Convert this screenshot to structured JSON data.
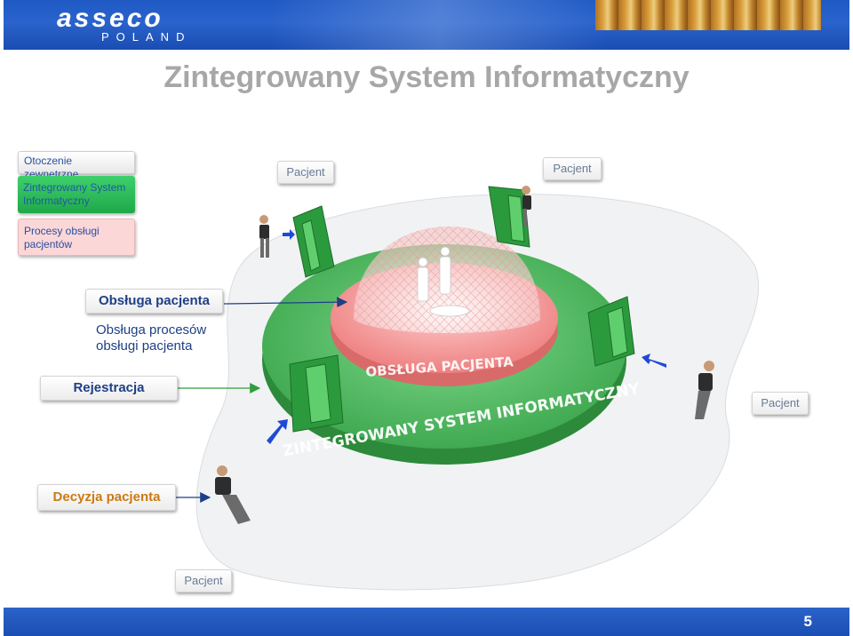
{
  "logo": {
    "word": "asseco",
    "sub": "POLAND"
  },
  "title": "Zintegrowany System Informatyczny",
  "menu": {
    "item1": "Otoczenie zewnętrzne",
    "item2": "Zintegrowany System Informatyczny",
    "item3": "Procesy obsługi pacjentów"
  },
  "labels": {
    "pacjent_top_left": "Pacjent",
    "pacjent_top_right": "Pacjent",
    "pacjent_right": "Pacjent",
    "pacjent_bottom": "Pacjent",
    "obsluga": "Obsługa pacjenta",
    "obsluga_desc": "Obsługa procesów obsługi pacjenta",
    "rejestracja": "Rejestracja",
    "decyzja": "Decyzja pacjenta"
  },
  "scene_text": {
    "inner_ring": "OBSŁUGA PACJENTA",
    "outer_ring": "ZINTEGROWANY SYSTEM INFORMATYCZNY"
  },
  "page_number": "5",
  "colors": {
    "header_blue": "#1f59c4",
    "title_gray": "#a7a7a7",
    "label_blue": "#1e3f86",
    "decision_orange": "#cc7a12",
    "ring_green": "#5cc46c",
    "ring_pink": "#f08d8d"
  }
}
